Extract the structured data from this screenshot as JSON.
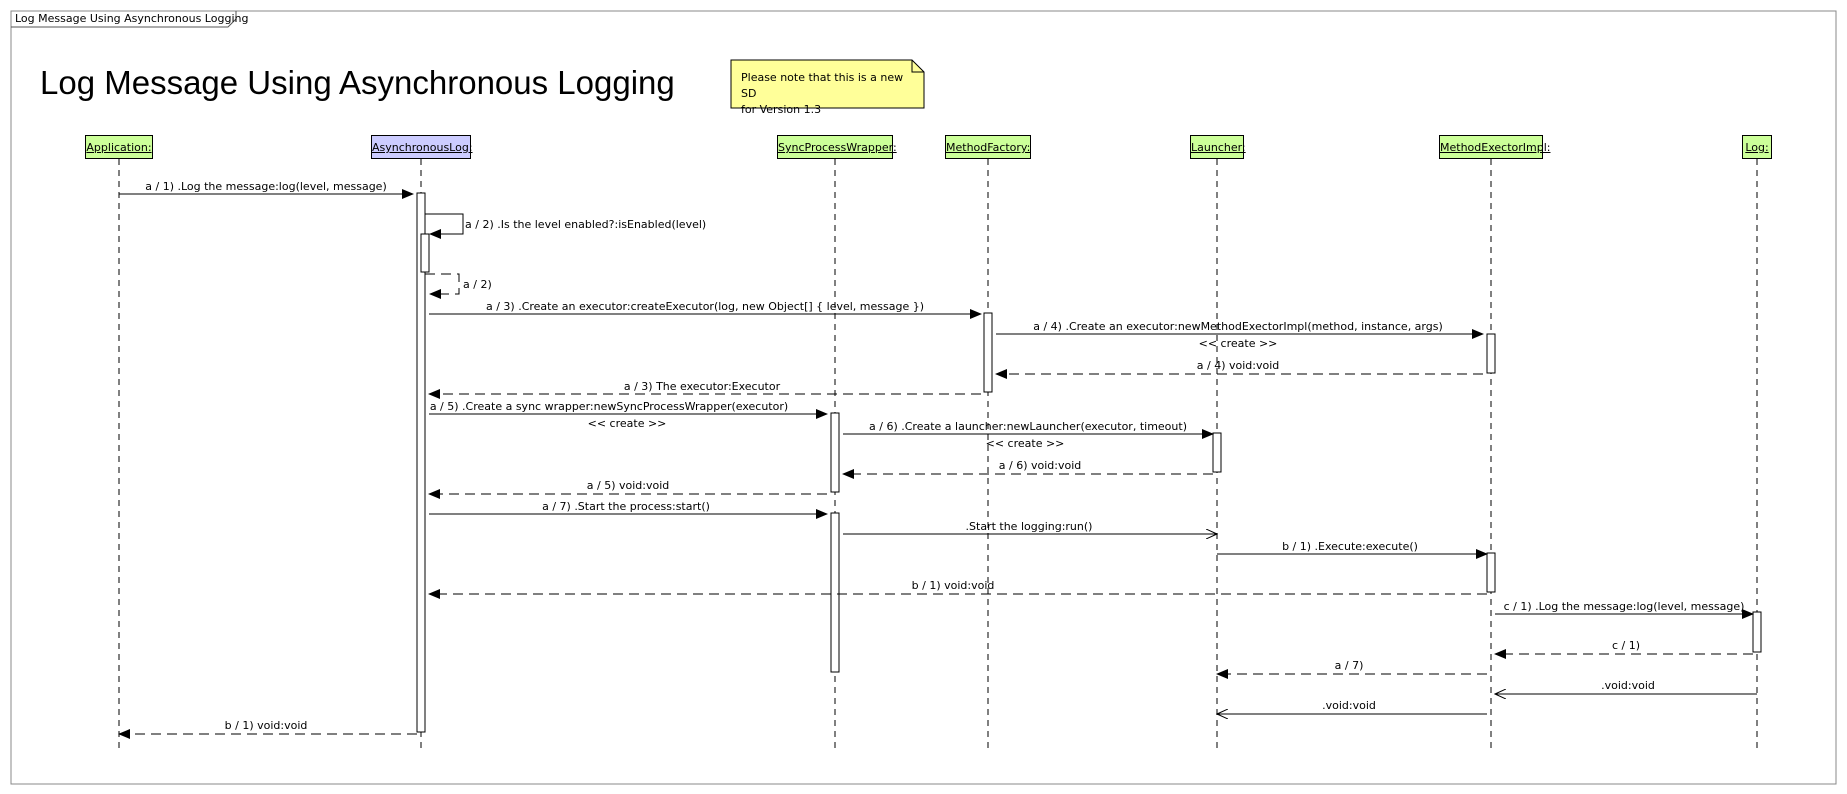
{
  "frame": {
    "tab_label": "Log Message Using Asynchronous Logging"
  },
  "title": "Log Message Using Asynchronous Logging",
  "note": {
    "line1": "Please note that this is a new SD",
    "line2": "for Version 1.3"
  },
  "colors": {
    "lifeline_head": "#ccff99",
    "active_head": "#ccccff",
    "note_fill": "#ffff99",
    "stroke": "#000000"
  },
  "lifelines": [
    {
      "id": "application",
      "label": "Application:"
    },
    {
      "id": "asynchronouslog",
      "label": "AsynchronousLog:"
    },
    {
      "id": "syncprocesswrapper",
      "label": "SyncProcessWrapper:"
    },
    {
      "id": "methodfactory",
      "label": "MethodFactory:"
    },
    {
      "id": "launcher",
      "label": "Launcher:"
    },
    {
      "id": "methodexectorimpl",
      "label": "MethodExectorImpl:"
    },
    {
      "id": "log",
      "label": "Log:"
    }
  ],
  "messages": [
    {
      "label": "a / 1) .Log the message:log(level, message)"
    },
    {
      "label": "a / 2) .Is the level enabled?:isEnabled(level)"
    },
    {
      "label": "a / 2)"
    },
    {
      "label": "a / 3) .Create an executor:createExecutor(log, new Object[] { level, message })"
    },
    {
      "label": "a / 4) .Create an executor:newMethodExectorImpl(method, instance, args)"
    },
    {
      "label": "<< create >>"
    },
    {
      "label": "a / 4) void:void"
    },
    {
      "label": "a / 3) The executor:Executor"
    },
    {
      "label": "a / 5) .Create a sync wrapper:newSyncProcessWrapper(executor)"
    },
    {
      "label": "<< create >>"
    },
    {
      "label": "a / 6) .Create a launcher:newLauncher(executor, timeout)"
    },
    {
      "label": "<< create >>"
    },
    {
      "label": "a / 6) void:void"
    },
    {
      "label": "a / 5) void:void"
    },
    {
      "label": "a / 7) .Start the process:start()"
    },
    {
      "label": ".Start the logging:run()"
    },
    {
      "label": "b / 1) .Execute:execute()"
    },
    {
      "label": "b / 1) void:void"
    },
    {
      "label": "c / 1) .Log the message:log(level, message)"
    },
    {
      "label": "c / 1)"
    },
    {
      "label": "a / 7)"
    },
    {
      "label": ".void:void"
    },
    {
      "label": ".void:void"
    },
    {
      "label": "b / 1) void:void"
    }
  ]
}
